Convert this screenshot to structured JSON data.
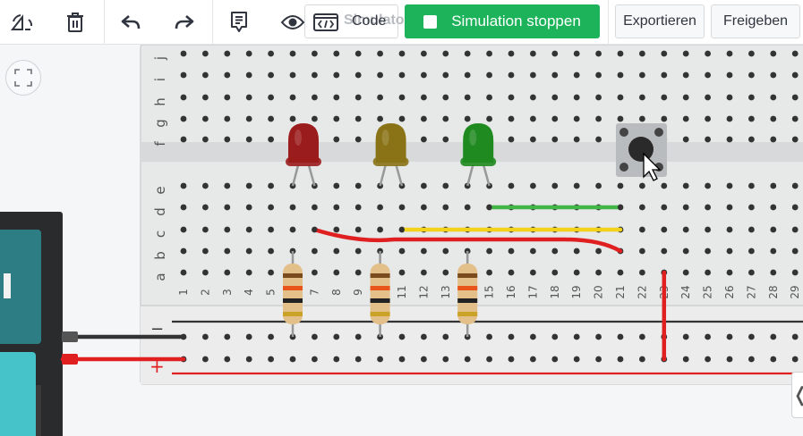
{
  "toolbar": {
    "code_ghost_label": "Simulator",
    "code_label": "Code",
    "simulate_label": "Simulation stoppen",
    "export_label": "Exportieren",
    "share_label": "Freigeben",
    "icons": [
      "rotate-icon",
      "delete-icon",
      "undo-icon",
      "redo-icon",
      "notes-icon",
      "view-icon",
      "code-icon"
    ]
  },
  "breadboard": {
    "row_labels_top": [
      "j",
      "i",
      "h",
      "g",
      "f"
    ],
    "row_labels_bottom": [
      "e",
      "d",
      "c",
      "b",
      "a"
    ],
    "column_numbers": [
      "1",
      "2",
      "3",
      "4",
      "5",
      "6",
      "7",
      "8",
      "9",
      "10",
      "11",
      "12",
      "13",
      "14",
      "15",
      "16",
      "17",
      "18",
      "19",
      "20",
      "21",
      "22",
      "23",
      "24",
      "25",
      "26",
      "27",
      "28",
      "29"
    ],
    "rail_minus_label": "−",
    "rail_plus_label": "+"
  },
  "components": {
    "leds": [
      {
        "name": "led-red",
        "color": "#9b1c1c"
      },
      {
        "name": "led-yellow",
        "color": "#8a7316"
      },
      {
        "name": "led-green",
        "color": "#1f8a1f"
      }
    ],
    "wires": {
      "green": "#43b649",
      "yellow": "#f2d21b",
      "red": "#e02020",
      "black": "#333333"
    },
    "side_panel_chevron": "❬"
  }
}
